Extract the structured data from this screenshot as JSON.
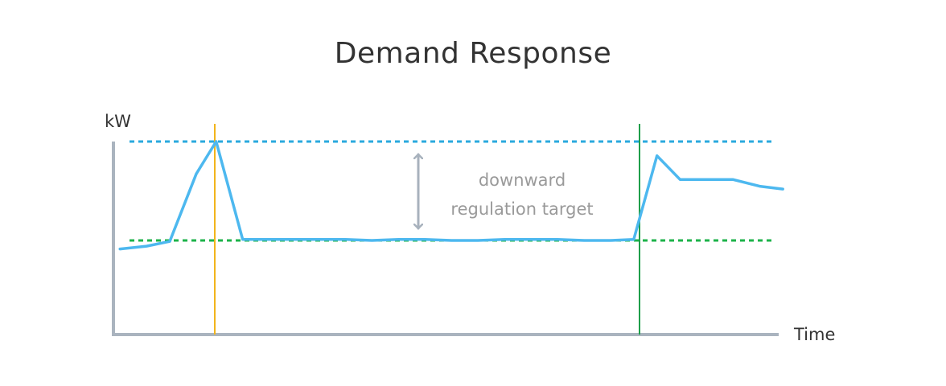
{
  "title": "Demand Response",
  "y_axis_label": "kW",
  "x_axis_label": "Time",
  "annotation": {
    "line1": "downward",
    "line2": "regulation target"
  },
  "colors": {
    "axis": "#aab4bf",
    "load": "#4db8ef",
    "upper_line": "#2aa9de",
    "lower_line": "#1db34a",
    "event_start": "#f2b51c",
    "event_end": "#1f9e4a",
    "arrow": "#a8b2bd",
    "annotation_text": "#9a9a9a",
    "title_text": "#333333"
  },
  "chart_data": {
    "type": "line",
    "ylim": [
      0,
      100
    ],
    "xlim": [
      0,
      100
    ],
    "baseline_level": 48,
    "peak_level": 100,
    "event_start_x": 15.5,
    "event_end_x": 82,
    "series": [
      {
        "values": [
          [
            1,
            43.5
          ],
          [
            5,
            45
          ],
          [
            8.5,
            47.5
          ],
          [
            12.5,
            83
          ],
          [
            15.5,
            100
          ],
          [
            19.5,
            48.5
          ],
          [
            23,
            48.5
          ],
          [
            27,
            48.5
          ],
          [
            31,
            48.5
          ],
          [
            35,
            48.5
          ],
          [
            39,
            48
          ],
          [
            43,
            48.5
          ],
          [
            47,
            48.5
          ],
          [
            51,
            48
          ],
          [
            55,
            48
          ],
          [
            59,
            48.5
          ],
          [
            63,
            48.5
          ],
          [
            67,
            48.5
          ],
          [
            71,
            48
          ],
          [
            75,
            48
          ],
          [
            78.5,
            48.5
          ],
          [
            82,
            92.5
          ],
          [
            85.5,
            80
          ],
          [
            89.5,
            80
          ],
          [
            93.5,
            80
          ],
          [
            97.5,
            76.5
          ],
          [
            101,
            75
          ]
        ]
      }
    ]
  }
}
